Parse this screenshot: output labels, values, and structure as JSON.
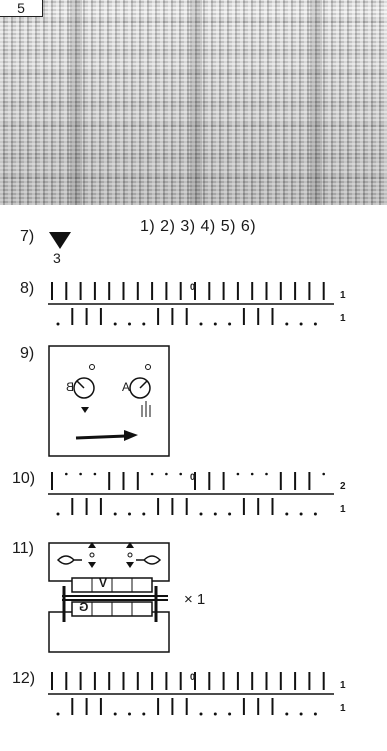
{
  "page_number": "5",
  "steps": [
    {
      "label": "7)"
    },
    {
      "label": "8)"
    },
    {
      "label": "9)"
    },
    {
      "label": "10)"
    },
    {
      "label": "11)"
    },
    {
      "label": "12)"
    }
  ],
  "step7": {
    "sequence": "1) 2) 3) 4) 5) 6)",
    "marker_number": "3"
  },
  "step8": {
    "zero_mark": "0",
    "row1_number": "1",
    "row2_number": "1"
  },
  "step9": {
    "dial_left": "B",
    "dial_right": "A"
  },
  "step10": {
    "zero_mark": "0",
    "row1_number": "2",
    "row2_number": "1"
  },
  "step11": {
    "lever_upper_label": "V",
    "lever_lower_label": "G",
    "repeat": "× 1"
  },
  "step12": {
    "zero_mark": "0",
    "row1_number": "1",
    "row2_number": "1"
  }
}
